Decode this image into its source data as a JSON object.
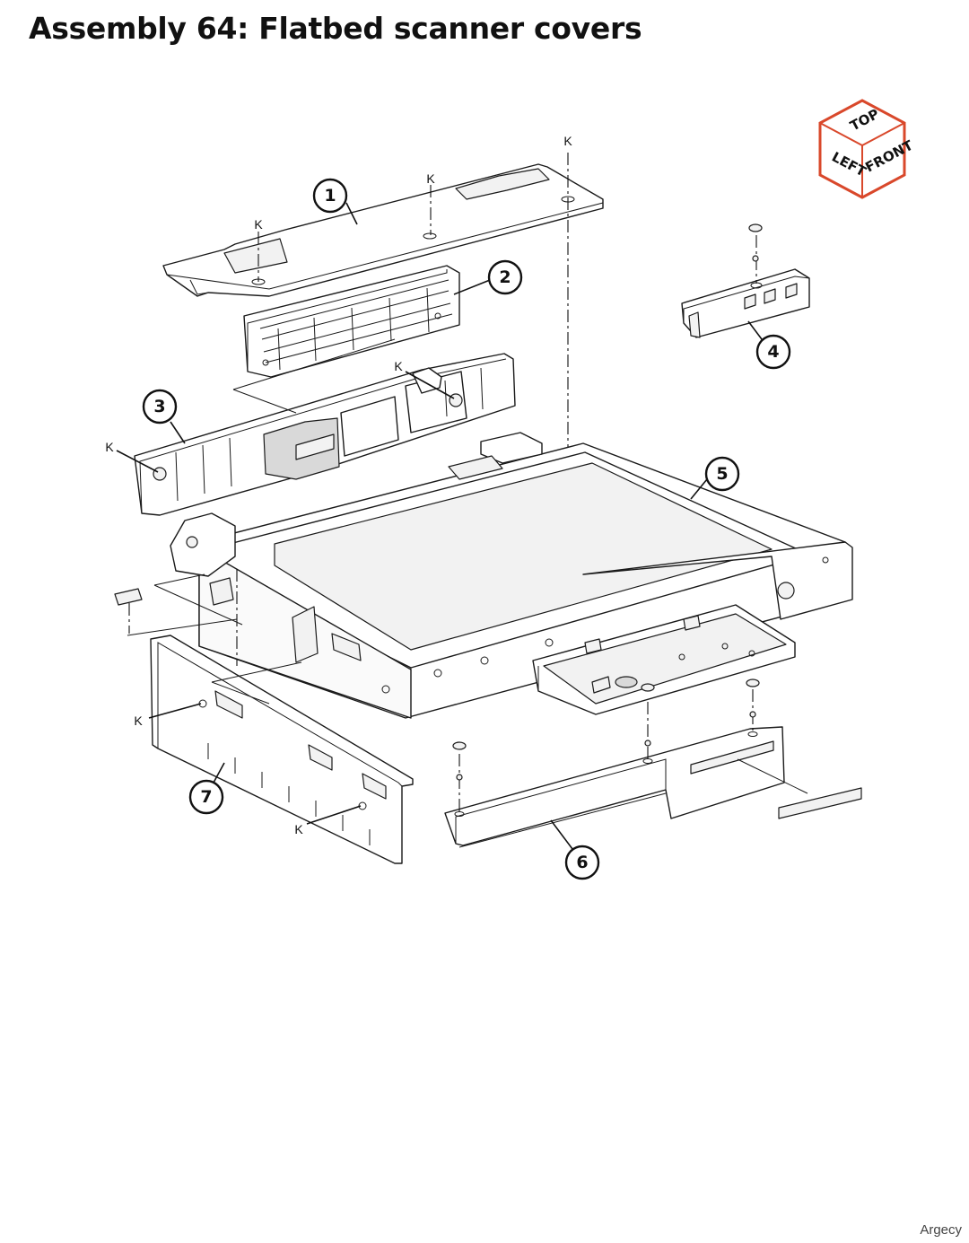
{
  "header": {
    "title": "Assembly 64: Flatbed scanner covers"
  },
  "orientation_cube": {
    "faces": {
      "top": "TOP",
      "left": "LEFT",
      "front": "FRONT"
    },
    "color": "#d9482b"
  },
  "callouts": [
    {
      "id": "1",
      "label": "1"
    },
    {
      "id": "2",
      "label": "2"
    },
    {
      "id": "3",
      "label": "3"
    },
    {
      "id": "4",
      "label": "4"
    },
    {
      "id": "5",
      "label": "5"
    },
    {
      "id": "6",
      "label": "6"
    },
    {
      "id": "7",
      "label": "7"
    }
  ],
  "k_label": "K",
  "watermark": "Argecy"
}
